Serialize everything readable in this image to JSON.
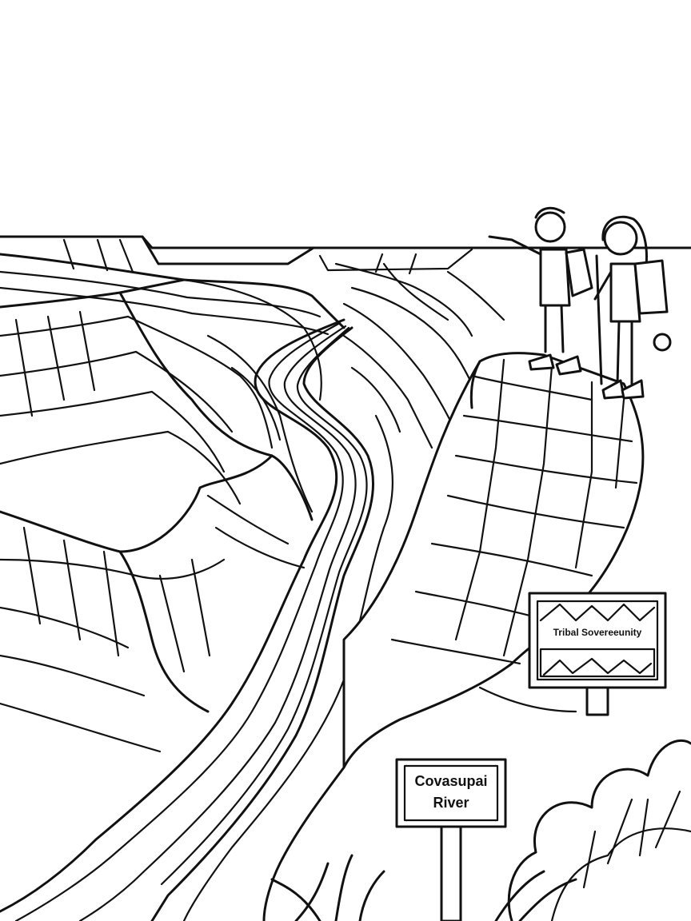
{
  "signs": {
    "tribal": {
      "text": "Tribal Sovereeunity"
    },
    "river": {
      "line1": "Covasupai",
      "line2": "River"
    }
  },
  "colors": {
    "ink": "#111111",
    "paper": "#ffffff"
  }
}
